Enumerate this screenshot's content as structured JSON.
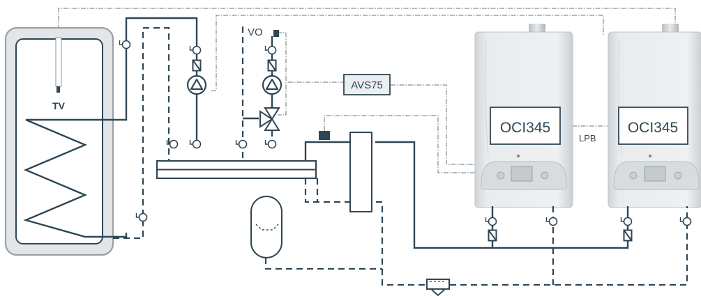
{
  "labels": {
    "tank_sensor": "TV",
    "valve_output": "VO",
    "module": "AVS75",
    "boiler_1": "OCI345",
    "boiler_2": "OCI345",
    "bus": "LPB"
  },
  "colors": {
    "pipe": "#2f4654",
    "signal": "#6c7378",
    "tank_border": "#9aa1a6",
    "tank_fill": "#e3e6e8",
    "boiler_body": "#e6eaec",
    "module_fill": "#eceeef"
  }
}
